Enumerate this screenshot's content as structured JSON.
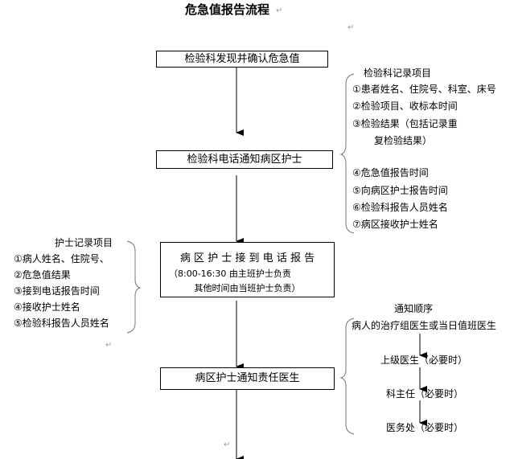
{
  "title": "危急值报告流程",
  "steps": [
    {
      "label": "检验科发现并确认危急值"
    },
    {
      "label": "检验科电话通知病区护士"
    },
    {
      "label": "病 区 护 士 接 到 电 话 报 告",
      "note1": "（8:00-16:30 由主班护士负责",
      "note2": "其他时间由当班护士负责）"
    },
    {
      "label": "病区护士通知责任医生"
    }
  ],
  "lab_record": {
    "heading": "检验科记录项目",
    "items": [
      "①患者姓名、住院号、科室、床号",
      "②检验项目、收标本时间",
      "③检验结果（包括记录重",
      "复检验结果）",
      "④危急值报告时间",
      "⑤向病区护士报告时间",
      "⑥检验科报告人员姓名",
      "⑦病区接收护士姓名"
    ]
  },
  "nurse_record": {
    "heading": "护士记录项目",
    "items": [
      "①病人姓名、住院号、",
      "②危急值结果",
      "③接到电话报告时间",
      "④接收护士姓名",
      "⑤检验科报告人员姓名"
    ]
  },
  "notify_order": {
    "heading": "通知顺序",
    "items": [
      "病人的治疗组医生或当日值班医生",
      "上级医生（必要时）",
      "科主任（必要时）",
      "医务处（必要时）"
    ]
  },
  "return_mark": "↵"
}
